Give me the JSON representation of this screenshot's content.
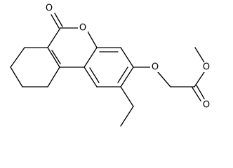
{
  "structure": {
    "atom_labels": {
      "carbonyl_oxygen_lactone": "O",
      "ring_oxygen_lactone": "O",
      "ether_oxygen": "O",
      "ester_ether_oxygen": "O",
      "ester_carbonyl_oxygen": "O"
    },
    "colors": {
      "bond": "#000000",
      "label": "#000000",
      "background": "#ffffff"
    }
  }
}
